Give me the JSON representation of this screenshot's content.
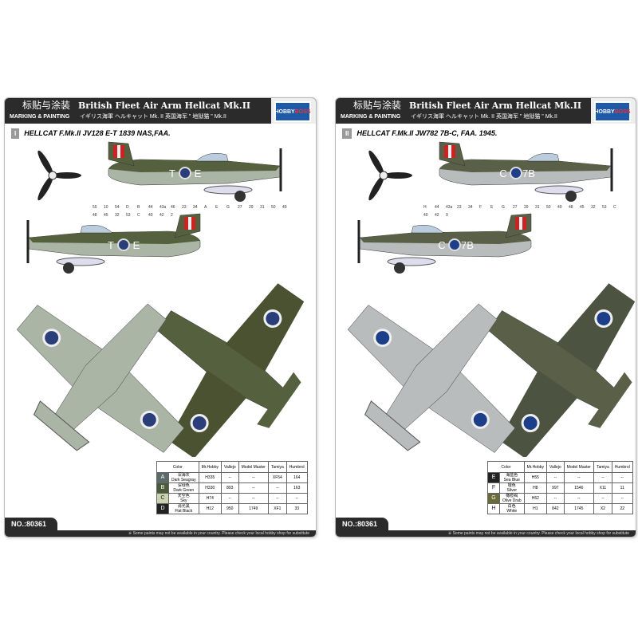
{
  "sheets": [
    {
      "cn_title": "标贴与涂装",
      "marking": "MARKING & PAINTING",
      "title": "British Fleet Air Arm Hellcat Mk.II",
      "subtitle": "イギリス海軍 ヘルキャット Mk. II  英国海军 \" 地狱猫 \" Mk.II",
      "logo_a": "HOBBY",
      "logo_b": "BOSS",
      "roman": "I",
      "scheme": "HELLCAT F.Mk.II JV128 E-T 1839 NAS,FAA.",
      "codes": [
        "T",
        "E",
        "E",
        "T"
      ],
      "callouts": [
        "55",
        "10",
        "54",
        "D",
        "B",
        "44",
        "43a",
        "46",
        "23",
        "34",
        "A",
        "E",
        "G",
        "27",
        "29",
        "31",
        "50",
        "49",
        "48",
        "45",
        "32",
        "53",
        "C",
        "40",
        "42",
        "2"
      ],
      "table": {
        "headers": [
          "Color",
          "Mr.Hobby",
          "Vallejo",
          "Model Master",
          "Tamiya",
          "Humbrol"
        ],
        "rows": [
          {
            "key": "A",
            "swatch": "#5a6a6a",
            "name": "深海灰",
            "en": "Dark Seagray",
            "mrhobby": "H335",
            "vallejo": "--",
            "mm": "--",
            "tamiya": "XF54",
            "humbrol": "164"
          },
          {
            "key": "B",
            "swatch": "#4a5a3a",
            "name": "深绿色",
            "en": "Dark Green",
            "mrhobby": "H330",
            "vallejo": "893",
            "mm": "--",
            "tamiya": "--",
            "humbrol": "163"
          },
          {
            "key": "C",
            "swatch": "#c9d3b0",
            "name": "天空色",
            "en": "Sky",
            "mrhobby": "H74",
            "vallejo": "--",
            "mm": "--",
            "tamiya": "--",
            "humbrol": "--"
          },
          {
            "key": "D",
            "swatch": "#222222",
            "name": "消光黑",
            "en": "Flat Black",
            "mrhobby": "H12",
            "vallejo": "950",
            "mm": "1749",
            "tamiya": "XF1",
            "humbrol": "33"
          }
        ]
      },
      "no": "NO.:80361",
      "note": "※ Some paints may not be available in your country. Please check your local hobby shop for substitute"
    },
    {
      "cn_title": "标贴与涂装",
      "marking": "MARKING & PAINTING",
      "title": "British Fleet Air Arm Hellcat Mk.II",
      "subtitle": "イギリス海軍 ヘルキャット Mk. II  英国海军 \" 地狱猫 \" Mk.II",
      "logo_a": "HOBBY",
      "logo_b": "BOSS",
      "roman": "II",
      "scheme": "HELLCAT F.Mk.II JW782 7B-C, FAA. 1945.",
      "codes": [
        "C",
        "7B",
        "7B",
        "C"
      ],
      "callouts": [
        "H",
        "44",
        "43a",
        "23",
        "34",
        "F",
        "E",
        "G",
        "27",
        "29",
        "31",
        "50",
        "49",
        "48",
        "45",
        "32",
        "53",
        "C",
        "40",
        "42",
        "9"
      ],
      "table": {
        "headers": [
          "Color",
          "Mr.Hobby",
          "Vallejo",
          "Model Master",
          "Tamiya",
          "Humbrol"
        ],
        "rows": [
          {
            "key": "E",
            "swatch": "#222",
            "name": "海蓝色",
            "en": "Sea Blue",
            "mrhobby": "H55",
            "vallejo": "--",
            "mm": "--",
            "tamiya": "--",
            "humbrol": "--"
          },
          {
            "key": "F",
            "swatch": "#fff",
            "name": "银色",
            "en": "Silver",
            "mrhobby": "H8",
            "vallejo": "997",
            "mm": "1546",
            "tamiya": "X11",
            "humbrol": "11"
          },
          {
            "key": "G",
            "swatch": "#6a6a3a",
            "name": "橄榄褐",
            "en": "Olive Drab",
            "mrhobby": "H52",
            "vallejo": "--",
            "mm": "--",
            "tamiya": "--",
            "humbrol": "--"
          },
          {
            "key": "H",
            "swatch": "#fff",
            "name": "白色",
            "en": "White",
            "mrhobby": "H1",
            "vallejo": "842",
            "mm": "1745",
            "tamiya": "X2",
            "humbrol": "22"
          }
        ]
      },
      "no": "NO.:80361",
      "note": "※ Some paints may not be available in your country. Please check your local hobby shop for substitute"
    }
  ]
}
